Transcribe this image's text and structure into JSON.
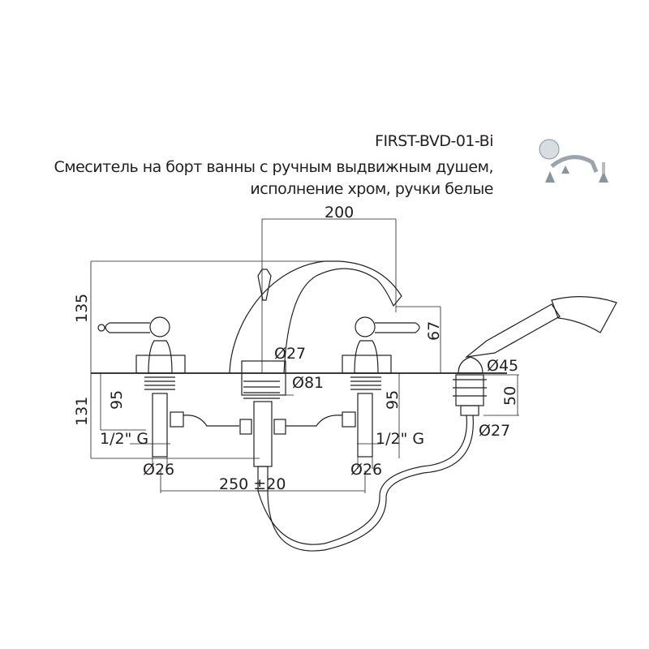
{
  "title": {
    "model": "FIRST-BVD-01-Bi",
    "line1": "Смеситель на борт ванны с ручным выдвижным душем,",
    "line2": "исполнение хром, ручки белые"
  },
  "dimensions": {
    "spout_reach": "200",
    "height_total": "135",
    "below_deck": "131",
    "spout_height": "67",
    "valve_left_depth": "95",
    "valve_right_depth": "95",
    "spout_diameter": "Ø27",
    "base_diameter": "Ø81",
    "shower_base_diameter": "Ø45",
    "shower_depth": "50",
    "shower_shank_diameter": "Ø27",
    "thread_left": "1/2\" G",
    "thread_right": "1/2\" G",
    "valve_left_diameter": "Ø26",
    "valve_right_diameter": "Ø26",
    "spacing": "250 ±20"
  }
}
